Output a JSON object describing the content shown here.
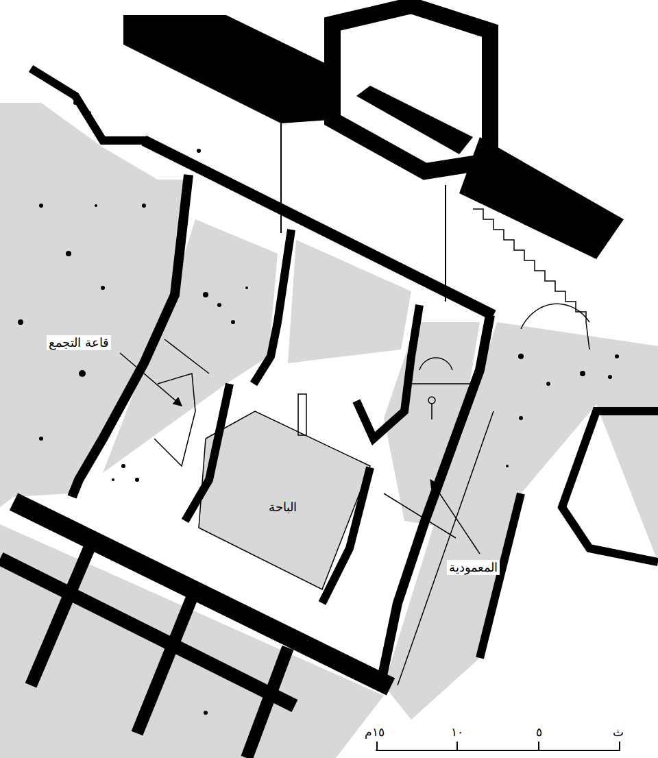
{
  "diagram": {
    "labels": [
      "قاعة التجمع",
      "الباحة",
      "المعمودية",
      "١٥م",
      "١٠",
      "٥",
      "ث"
    ]
  }
}
